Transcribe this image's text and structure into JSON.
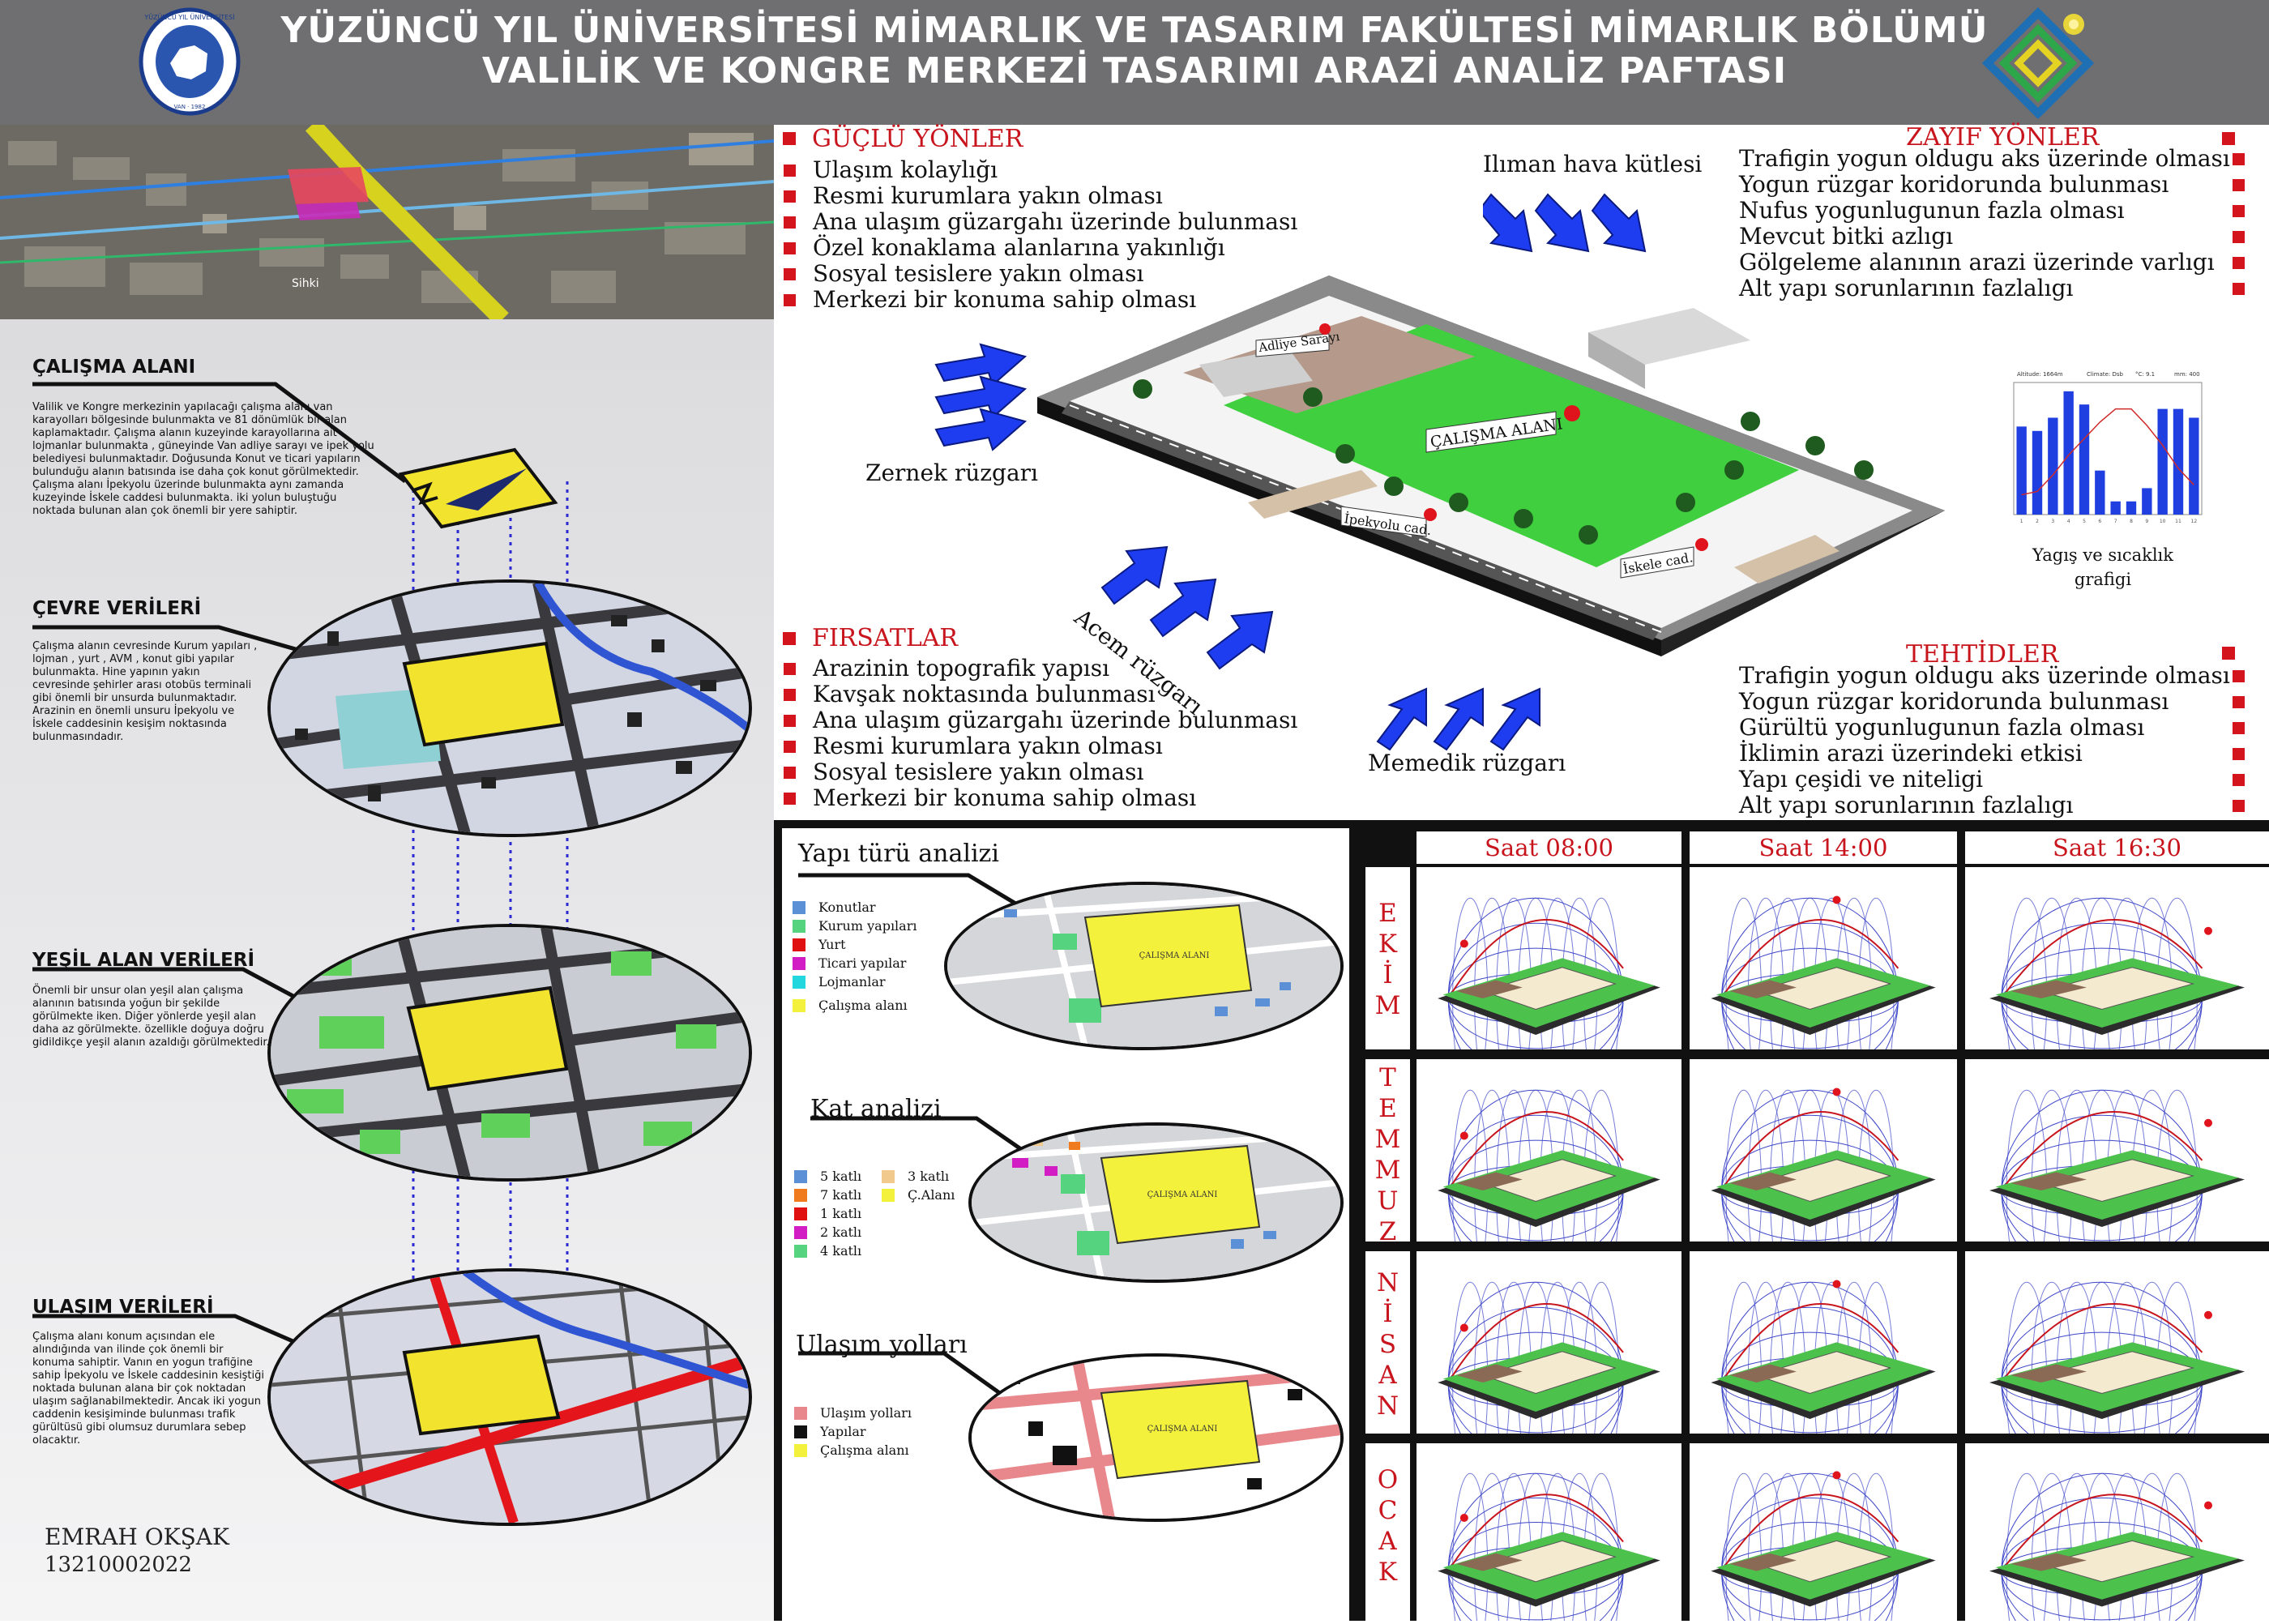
{
  "header": {
    "title_line1": "YÜZÜNCÜ YIL ÜNİVERSİTESİ MİMARLIK VE TASARIM FAKÜLTESİ MİMARLIK BÖLÜMÜ",
    "title_line2": "VALİLİK VE KONGRE MERKEZİ TASARIMI ARAZİ ANALİZ PAFTASI",
    "logo_text": "YÜZÜNCÜ YIL ÜNİVERSİTESİ",
    "logo_year": "VAN · 1982"
  },
  "left": {
    "aerial_label": "Sihki",
    "sections": [
      {
        "title": "ÇALIŞMA ALANI",
        "text": "Valilik ve Kongre merkezinin yapılacağı çalışma alanı  van karayolları bölgesinde bulunmakta ve 81 dönümlük bir alan kaplamaktadır. Çalışma alanın kuzeyinde karayollarına ait lojmanlar bulunmakta , güneyinde Van adliye sarayı ve ipek yolu belediyesi bulunmaktadır. Doğusunda  Konut ve ticari yapıların bulunduğu alanın batısında ise daha çok konut görülmektedir. Çalışma alanı İpekyolu üzerinde bulunmakta aynı zamanda kuzeyinde İskele caddesi bulunmakta. iki yolun buluştuğu noktada bulunan alan çok önemli bir yere sahiptir."
      },
      {
        "title": "ÇEVRE VERİLERİ",
        "text": "Çalışma alanın cevresinde Kurum yapıları , lojman , yurt , AVM , konut gibi yapılar bulunmakta. Hine yapının yakın cevresinde şehirler arası otobüs terminali  gibi önemli bir unsurda bulunmaktadır. Arazinin en önemli unsuru İpekyolu ve İskele caddesinin kesişim noktasında  bulunmasındadır."
      },
      {
        "title": "YEŞİL ALAN VERİLERİ",
        "text": "Önemli bir unsur olan yeşil alan çalışma alanının batısında yoğun bir şekilde görülmekte iken. Diğer yönlerde yeşil alan daha az görülmekte. özellikle doğuya doğru gidildikçe yeşil alanın azaldığı görülmektedir."
      },
      {
        "title": "ULAŞIM VERİLERİ",
        "text": "Çalışma alanı konum açısından ele alındığında van ilinde çok önemli bir konuma sahiptir. Vanın en yogun trafiğine sahip İpekyolu ve İskele caddesinin kesiştiği noktada bulunan alana bir çok noktadan ulaşım sağlanabilmektedir. Ancak iki yogun caddenin kesişiminde bulunması trafik gürültüsü gibi olumsuz durumlara sebep olacaktır."
      }
    ],
    "author_name": "EMRAH OKŞAK",
    "author_id": "13210002022"
  },
  "strengths": {
    "title": "GÜÇLÜ YÖNLER",
    "items": [
      "Ulaşım kolaylığı",
      "Resmi kurumlara yakın olması",
      "Ana ulaşım güzargahı üzerinde bulunması",
      "Özel konaklama alanlarına yakınlığı",
      "Sosyal tesislere yakın olması",
      "Merkezi bir konuma sahip olması"
    ]
  },
  "weaknesses": {
    "title": "ZAYIF YÖNLER",
    "items": [
      "Trafigin yogun oldugu aks üzerinde olması",
      "Yogun rüzgar koridorunda bulunması",
      "Nufus yogunlugunun fazla olması",
      "Mevcut bitki azlıgı",
      "Gölgeleme alanının arazi üzerinde varlıgı",
      "Alt yapı sorunlarının fazlalıgı"
    ]
  },
  "opportunities": {
    "title": "FIRSATLAR",
    "items": [
      "Arazinin topografik yapısı",
      "Kavşak noktasında bulunması",
      "Ana ulaşım güzargahı üzerinde bulunması",
      "Resmi kurumlara yakın olması",
      "Sosyal tesislere yakın olması",
      "Merkezi bir konuma sahip olması"
    ]
  },
  "threats": {
    "title": "TEHTİDLER",
    "items": [
      "Trafigin yogun oldugu aks üzerinde olması",
      "Yogun rüzgar koridorunda bulunması",
      "Gürültü yogunlugunun fazla olması",
      "İklimin arazi üzerindeki etkisi",
      "Yapı çeşidi ve niteligi",
      "Alt yapı sorunlarının fazlalıgı"
    ]
  },
  "site": {
    "wind_ilman": "Ilıman hava kütlesi",
    "wind_zernek": "Zernek rüzgarı",
    "wind_acem": "Acem rüzgarı",
    "wind_memedik": "Memedik rüzgarı",
    "label_adliye": "Adliye Sarayı",
    "label_calisma": "ÇALIŞMA ALANI",
    "label_ipekyolu": "İpekyolu cad.",
    "label_iskele": "İskele cad."
  },
  "climate": {
    "caption": "Yagış ve sıcaklık grafigi",
    "header_left": "Altitude: 1664m",
    "header_mid": "Climate: Dsb",
    "header_mid2": "°C: 9.1",
    "header_right": "mm: 400"
  },
  "chart_data": {
    "type": "bar",
    "categories": [
      "1",
      "2",
      "3",
      "4",
      "5",
      "6",
      "7",
      "8",
      "9",
      "10",
      "11",
      "12"
    ],
    "series": [
      {
        "values": [
          40,
          38,
          44,
          56,
          50,
          20,
          6,
          6,
          12,
          48,
          48,
          44
        ]
      },
      {
        "values": [
          -4,
          -3,
          2,
          8,
          13,
          18,
          22,
          22,
          17,
          11,
          4,
          -1
        ]
      }
    ],
    "ylim": [
      0,
      60
    ]
  },
  "analyses": {
    "yapi": {
      "title": "Yapı türü analizi",
      "legend": [
        {
          "label": "Konutlar",
          "color": "#5b8fd6"
        },
        {
          "label": "Kurum yapıları",
          "color": "#55d37f"
        },
        {
          "label": "Yurt",
          "color": "#e01010"
        },
        {
          "label": "Ticari yapılar",
          "color": "#d21cc4"
        },
        {
          "label": "Lojmanlar",
          "color": "#22d7de"
        },
        {
          "label": "Çalışma alanı",
          "color": "#f4f13c"
        }
      ],
      "map_label": "ÇALIŞMA ALANI"
    },
    "kat": {
      "title": "Kat analizi",
      "legend_left": [
        {
          "label": "5 katlı",
          "color": "#5b8fd6"
        },
        {
          "label": "7 katlı",
          "color": "#f07a1e"
        },
        {
          "label": "1 katlı",
          "color": "#e01010"
        },
        {
          "label": "2 katlı",
          "color": "#d21cc4"
        },
        {
          "label": "4 katlı",
          "color": "#55d37f"
        }
      ],
      "legend_right": [
        {
          "label": "3 katlı",
          "color": "#f2c98c"
        },
        {
          "label": "Ç.Alanı",
          "color": "#f4f13c"
        }
      ],
      "map_label": "ÇALIŞMA ALANI"
    },
    "ulasim": {
      "title": "Ulaşım yolları",
      "legend": [
        {
          "label": "Ulaşım yolları",
          "color": "#e8878c"
        },
        {
          "label": "Yapılar",
          "color": "#111111"
        },
        {
          "label": "Çalışma alanı",
          "color": "#f4f13c"
        }
      ],
      "map_label": "ÇALIŞMA ALANI"
    }
  },
  "sun": {
    "times": [
      "Saat 08:00",
      "Saat 14:00",
      "Saat 16:30"
    ],
    "months": [
      "EKİM",
      "TEMMUZ",
      "NİSAN",
      "OCAK"
    ],
    "month_letters": [
      [
        "E",
        "K",
        "İ",
        "M"
      ],
      [
        "T",
        "E",
        "M",
        "M",
        "U",
        "Z"
      ],
      [
        "N",
        "İ",
        "S",
        "A",
        "N"
      ],
      [
        "O",
        "C",
        "A",
        "K"
      ]
    ]
  }
}
